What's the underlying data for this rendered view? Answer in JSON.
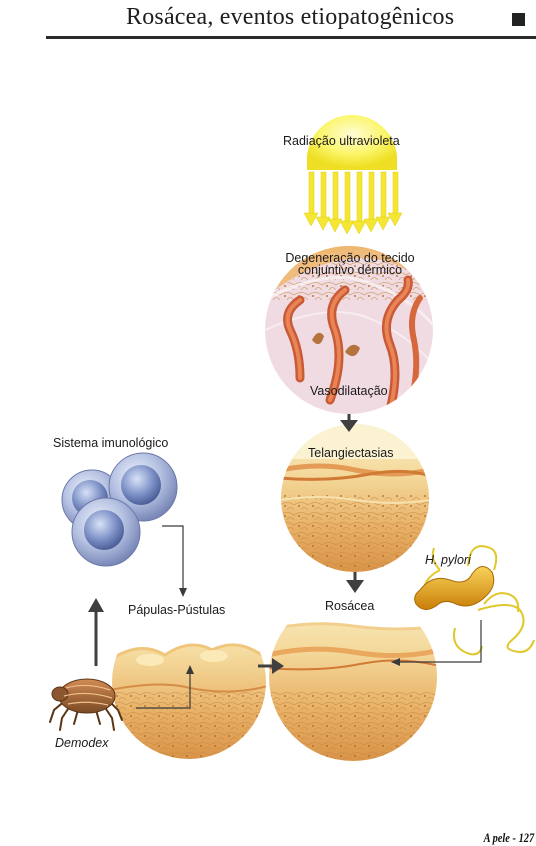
{
  "header": {
    "title": "Rosácea, eventos etiopatogênicos"
  },
  "labels": {
    "uv": "Radiação ultravioleta",
    "degeneration_line1": "Degeneração do tecido",
    "degeneration_line2": "conjuntivo dérmico",
    "vasodilation": "Vasodilatação",
    "telangiectasia": "Telangiectasias",
    "immune": "Sistema imunológico",
    "papules": "Pápulas-Pústulas",
    "rosacea": "Rosácea",
    "h_pylori": "H. pylori",
    "demodex": "Demodex"
  },
  "footer": {
    "page": "A pele - 127"
  },
  "colors": {
    "sun": "#f7ef38",
    "skin_epidermis": "#f5dca0",
    "skin_dermis": "#e6a85a",
    "vessel": "#d8623a",
    "bacterium": "#e9a81b",
    "flagella": "#e6cf2a",
    "immune_cell": "#9aa9cf",
    "arrow": "#3f3f3f"
  }
}
